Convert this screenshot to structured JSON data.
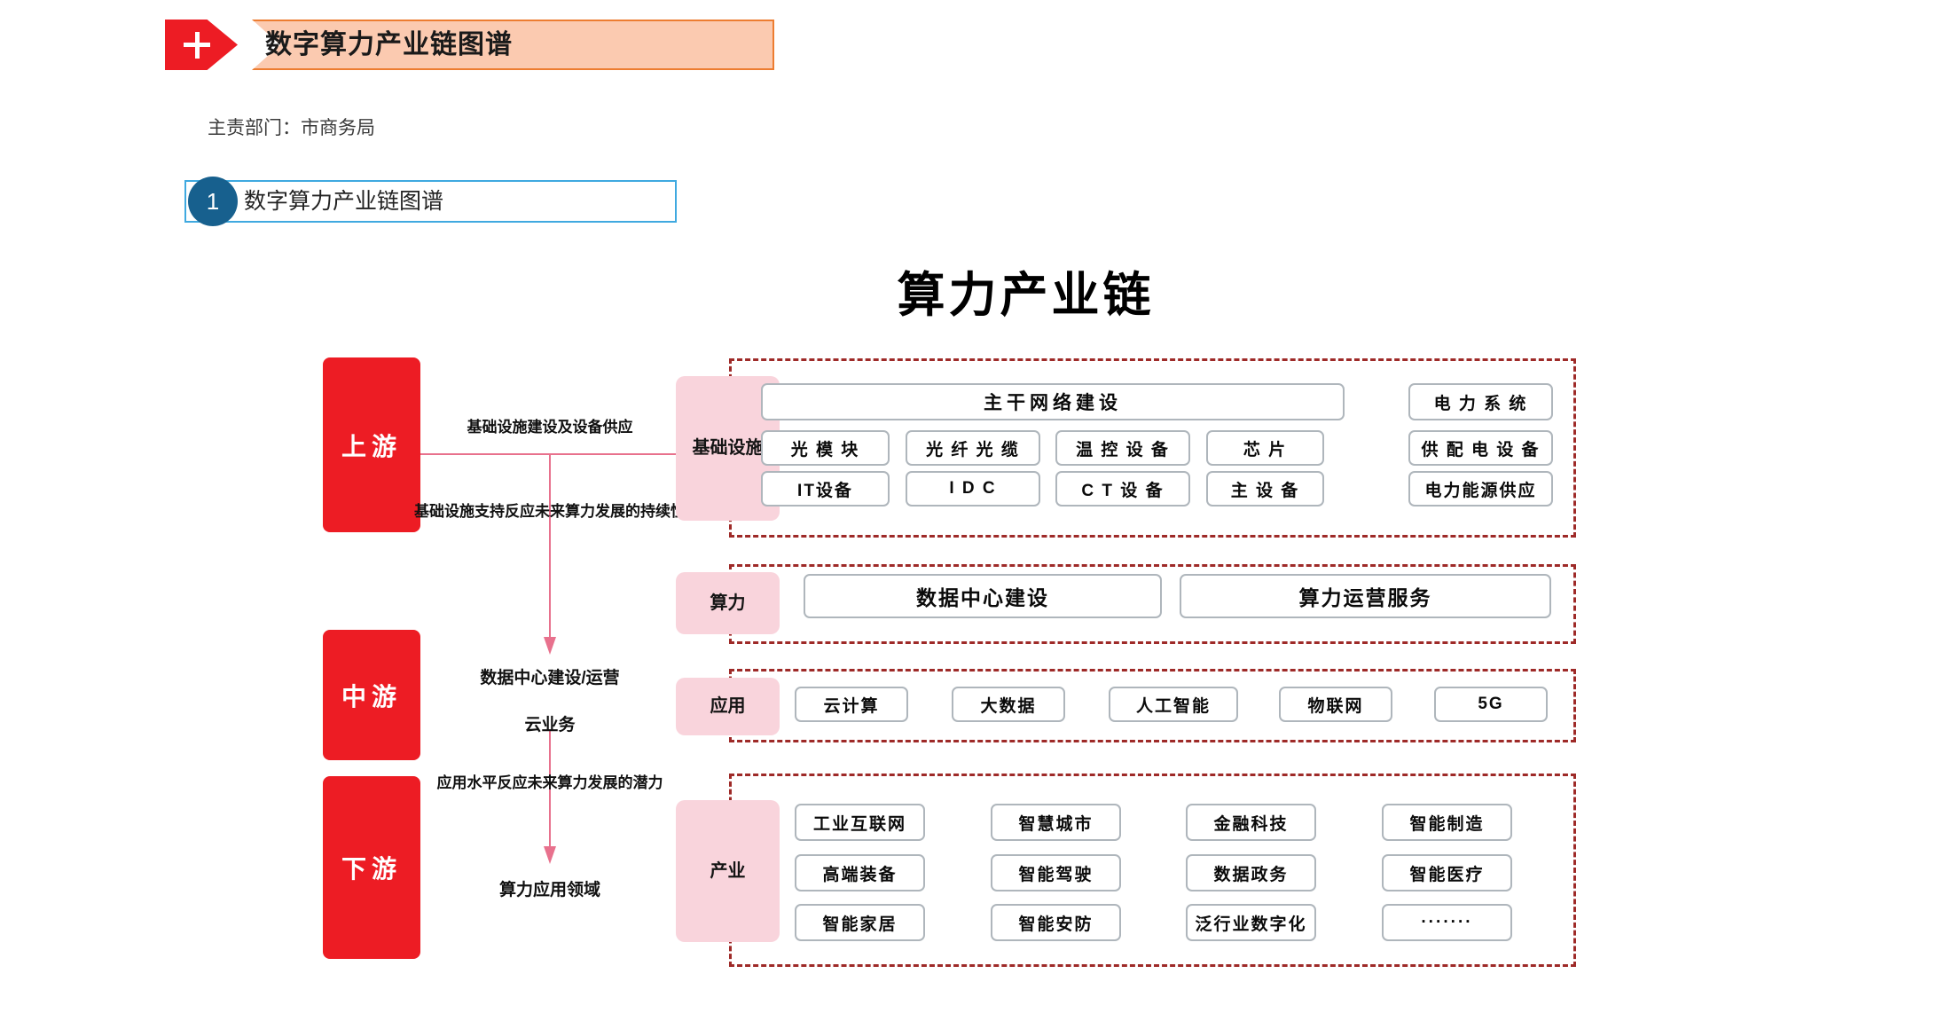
{
  "header": {
    "icon": "plus-icon",
    "title": "数字算力产业链图谱",
    "accent_red": "#ED1C24",
    "accent_peach": "#FBCAB0",
    "accent_orange_border": "#ED7D31"
  },
  "dept": {
    "text": "主责部门：市商务局"
  },
  "section": {
    "number": "1",
    "label": "数字算力产业链图谱",
    "badge_color": "#17608E",
    "border_color": "#3FA9E0"
  },
  "chart_title": "算力产业链",
  "stages": [
    {
      "label": "上游"
    },
    {
      "label": "中游"
    },
    {
      "label": "下游"
    }
  ],
  "connectors": [
    {
      "label": "基础设施建设及设备供应"
    },
    {
      "label": "基础设施支持反应未来算力发展的持续性"
    },
    {
      "label": "数据中心建设/运营"
    },
    {
      "label": "云业务"
    },
    {
      "label": "应用水平反应未来算力发展的潜力"
    },
    {
      "label": "算力应用领域"
    }
  ],
  "rows": {
    "infrastructure": {
      "category": "基础\n设施",
      "category_line1": "基础",
      "category_line2": "设施",
      "banner": "主干网络建设",
      "grid": [
        [
          "光 模 块",
          "光 纤 光 缆",
          "温 控 设 备",
          "芯 片"
        ],
        [
          "IT设备",
          "I D C",
          "C T 设 备",
          "主 设 备"
        ]
      ],
      "side": [
        "电 力 系 统",
        "供 配 电 设 备",
        "电力能源供应"
      ]
    },
    "compute": {
      "category": "算力",
      "items": [
        "数据中心建设",
        "算力运营服务"
      ]
    },
    "application": {
      "category": "应用",
      "items": [
        "云计算",
        "大数据",
        "人工智能",
        "物联网",
        "5G"
      ]
    },
    "industry": {
      "category": "产业",
      "grid": [
        [
          "工业互联网",
          "智慧城市",
          "金融科技",
          "智能制造"
        ],
        [
          "高端装备",
          "智能驾驶",
          "数据政务",
          "智能医疗"
        ],
        [
          "智能家居",
          "智能安防",
          "泛行业数字化",
          "·······"
        ]
      ]
    }
  },
  "colors": {
    "stage_red": "#ED1C24",
    "category_pink": "#F9D4DC",
    "dashed_border": "#9E2A28",
    "item_border": "#AFB6BC",
    "connector_line": "#E8718D"
  }
}
